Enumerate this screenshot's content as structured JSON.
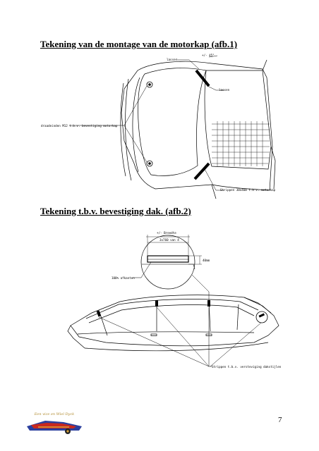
{
  "headings": {
    "figure1_title": "Tekening van de montage van de motorkap (afb.1)",
    "figure2_title": "Tekening t.b.v. bevestiging dak. (afb.2)"
  },
  "figure1": {
    "label_lasser": "lasser",
    "label_angle": "+/- 45°",
    "label_lassen": "lassen",
    "label_draadeinden": "draadeinden M12 t.b.v. bevestiging motorkap",
    "label_strippen": "Strippen 30x4mm t.b.v. motorkap"
  },
  "figure2": {
    "label_breedte": "+/- Breedte",
    "label_strips": "3x760 van 4",
    "label_dim": "40mm",
    "label_afkanten": "100% afkanten",
    "label_strippen": "Strippen t.b.v. versteviging dakstijlen"
  },
  "footer": {
    "page_number": "7",
    "logo_text": "Een vice en Wiel Dyck"
  },
  "colors": {
    "line": "#000000",
    "logo_blue": "#2a3f9e",
    "logo_red": "#c8281e",
    "logo_gold": "#d8a23a"
  }
}
